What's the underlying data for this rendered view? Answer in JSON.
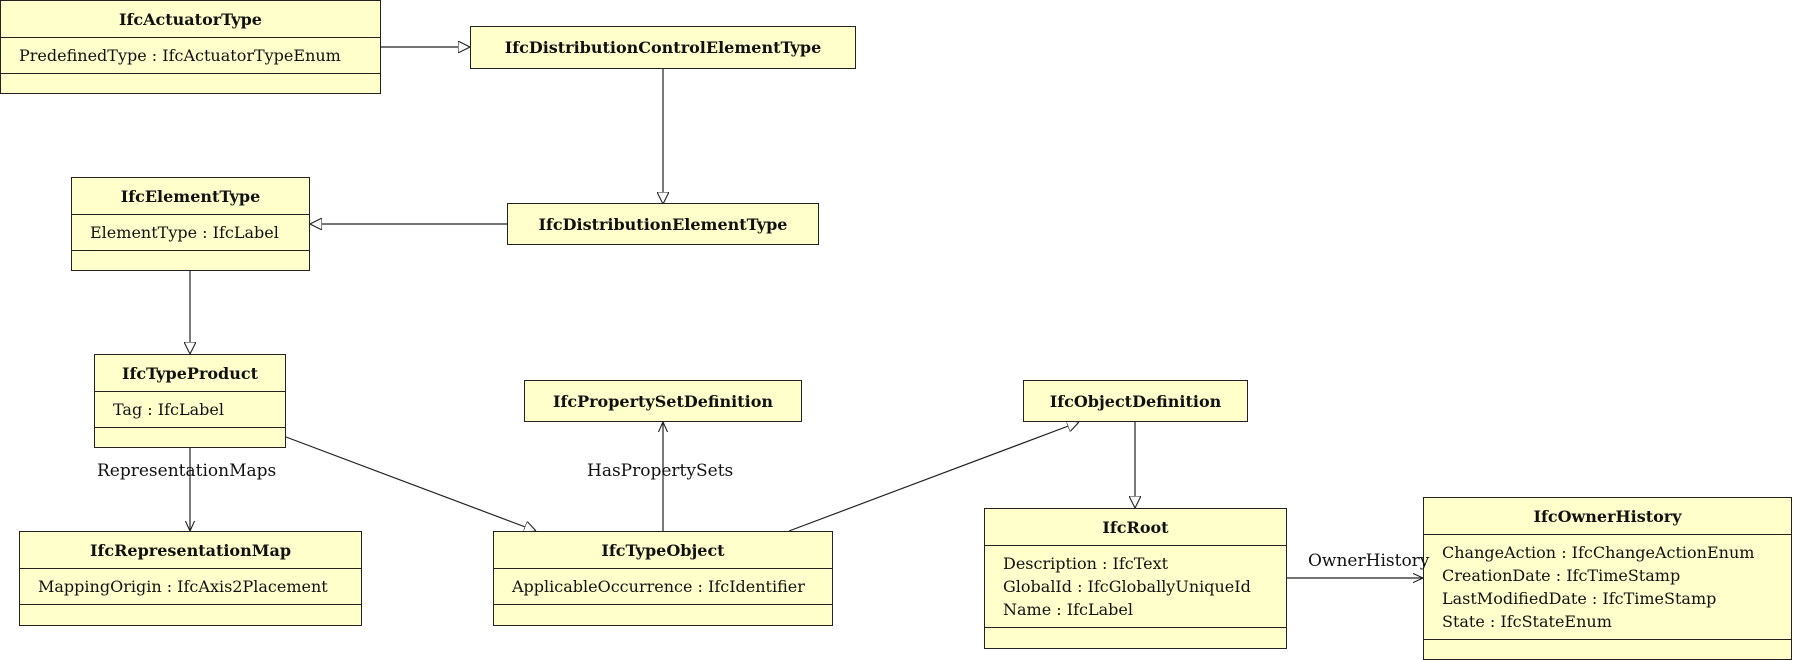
{
  "classes": {
    "actuator_type": {
      "name": "IfcActuatorType",
      "attributes": [
        "PredefinedType : IfcActuatorTypeEnum"
      ]
    },
    "distribution_control_element_type": {
      "name": "IfcDistributionControlElementType"
    },
    "element_type": {
      "name": "IfcElementType",
      "attributes": [
        "ElementType : IfcLabel"
      ]
    },
    "distribution_element_type": {
      "name": "IfcDistributionElementType"
    },
    "type_product": {
      "name": "IfcTypeProduct",
      "attributes": [
        "Tag : IfcLabel"
      ]
    },
    "property_set_definition": {
      "name": "IfcPropertySetDefinition"
    },
    "object_definition": {
      "name": "IfcObjectDefinition"
    },
    "representation_map": {
      "name": "IfcRepresentationMap",
      "attributes": [
        "MappingOrigin : IfcAxis2Placement"
      ]
    },
    "type_object": {
      "name": "IfcTypeObject",
      "attributes": [
        "ApplicableOccurrence : IfcIdentifier"
      ]
    },
    "root": {
      "name": "IfcRoot",
      "attributes": [
        "Description : IfcText",
        "GlobalId : IfcGloballyUniqueId",
        "Name : IfcLabel"
      ]
    },
    "owner_history": {
      "name": "IfcOwnerHistory",
      "attributes": [
        "ChangeAction : IfcChangeActionEnum",
        "CreationDate : IfcTimeStamp",
        "LastModifiedDate : IfcTimeStamp",
        "State : IfcStateEnum"
      ]
    }
  },
  "associations": {
    "representation_maps": "RepresentationMaps",
    "has_property_sets": "HasPropertySets",
    "owner_history": "OwnerHistory"
  }
}
